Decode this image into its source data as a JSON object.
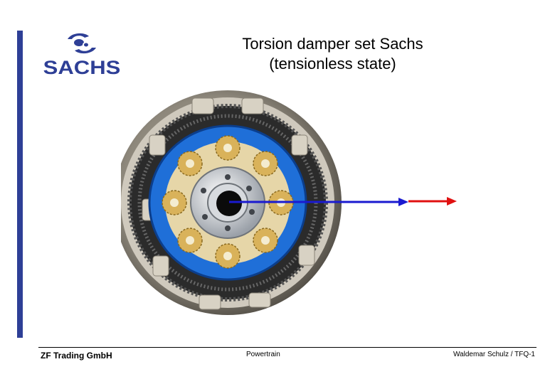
{
  "logo": {
    "text": "SACHS",
    "icon": "sachs-s-emblem"
  },
  "title": {
    "line1": "Torsion damper set Sachs",
    "line2": "(tensionless state)"
  },
  "footer": {
    "company": "ZF Trading GmbH",
    "section": "Powertrain",
    "author": "Waldemar Schulz / TFQ-1"
  },
  "colors": {
    "brand_blue": "#2e3f96",
    "arrow_blue": "#1a1ad0",
    "arrow_red": "#e01010",
    "damper_blue": "#1f6fd8",
    "gear_gold": "#d9b25a"
  }
}
